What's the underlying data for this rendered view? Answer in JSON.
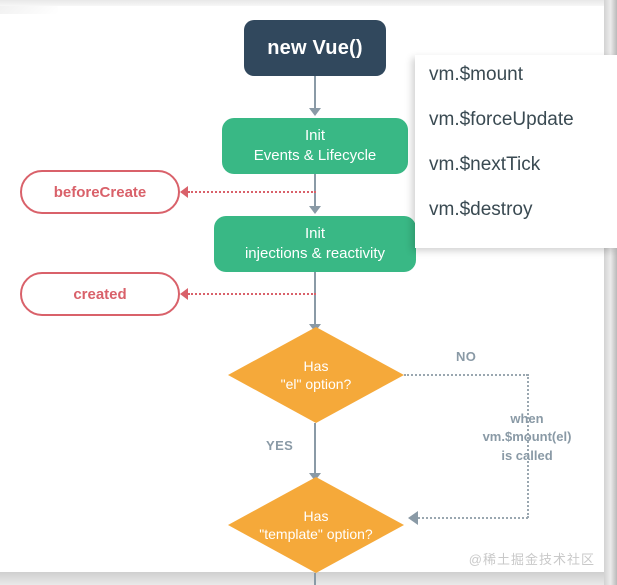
{
  "diagram": {
    "title": "Vue Lifecycle Diagram",
    "colors": {
      "dark_node": "#31485d",
      "green_node": "#39b885",
      "diamond_node": "#f5a93a",
      "hook_border": "#d9616a",
      "hook_text": "#d9616a",
      "connector": "#8a9aa6",
      "label_text": "#8a9aa6"
    },
    "nodes": {
      "new_vue": "new Vue()",
      "init_events_line1": "Init",
      "init_events_line2": "Events & Lifecycle",
      "init_injections_line1": "Init",
      "init_injections_line2": "injections & reactivity",
      "before_create": "beforeCreate",
      "created": "created",
      "has_el_line1": "Has",
      "has_el_line2": "\"el\" option?",
      "has_template_line1": "Has",
      "has_template_line2": "\"template\" option?"
    },
    "edge_labels": {
      "no": "NO",
      "yes": "YES"
    },
    "note": {
      "line1": "when",
      "line2": "vm.$mount(el)",
      "line3": "is called"
    }
  },
  "overlay": {
    "items": [
      "vm.$mount",
      "vm.$forceUpdate",
      "vm.$nextTick",
      "vm.$destroy"
    ]
  },
  "watermark": {
    "text": "@稀土掘金技术社区"
  }
}
